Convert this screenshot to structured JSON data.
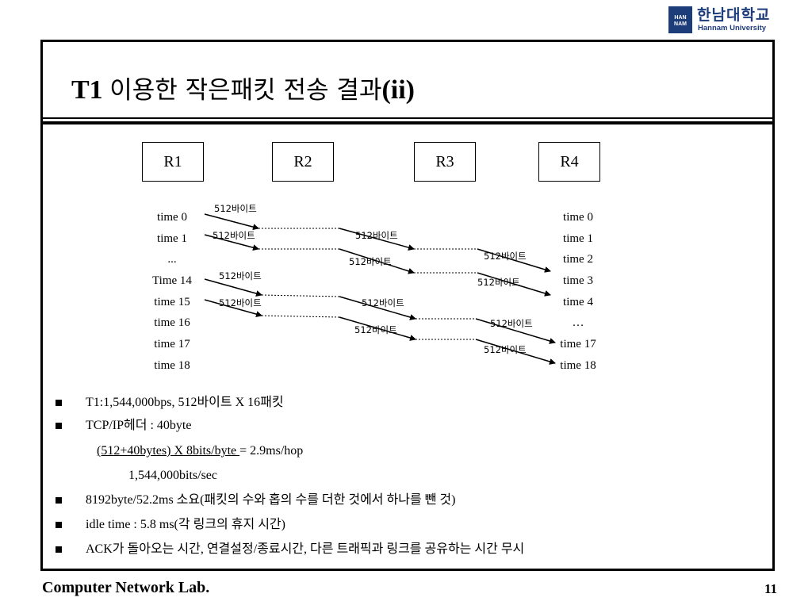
{
  "logo": {
    "mark_line1": "HAN",
    "mark_line2": "NAM",
    "name": "한남대학교",
    "sub": "Hannam University"
  },
  "title": {
    "latin": "T1",
    "korean": "이용한 작은패킷 전송 결과",
    "suffix": "(ii)"
  },
  "routers": [
    "R1",
    "R2",
    "R3",
    "R4"
  ],
  "left_times": [
    "time 0",
    "time 1",
    "...",
    "Time 14",
    "time 15",
    "time 16",
    "time 17",
    "time 18"
  ],
  "right_times": [
    "time 0",
    "time 1",
    "time 2",
    "time 3",
    "time 4",
    "…",
    "time 17",
    "time 18"
  ],
  "packet_label": "512바이트",
  "bullets": {
    "b1": "T1:1,544,000bps, 512바이트 X 16패킷",
    "b2": "TCP/IP헤더 : 40byte",
    "formula_num_underlined": "(512+40bytes) X 8bits/byte ",
    "formula_result": "= 2.9ms/hop",
    "formula_den": "1,544,000bits/sec",
    "b3": "8192byte/52.2ms 소요(패킷의 수와 홉의 수를 더한 것에서 하나를 뺀 것)",
    "b4": "idle time : 5.8 ms(각 링크의 휴지 시간)",
    "b5": "ACK가 돌아오는 시간, 연결설정/종료시간, 다른 트래픽과 링크를 공유하는 시간 무시"
  },
  "footer": {
    "lab": "Computer Network Lab.",
    "page": "11"
  }
}
